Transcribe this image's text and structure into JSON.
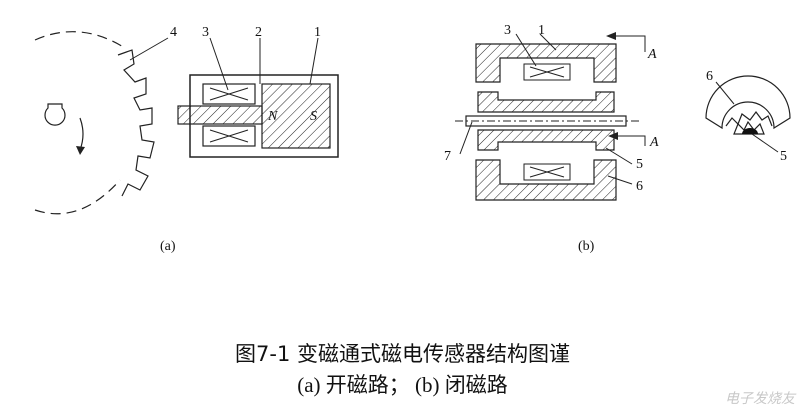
{
  "diagram_a": {
    "label": "(a)",
    "callouts": [
      "4",
      "3",
      "2",
      "1"
    ],
    "pole_n": "N",
    "pole_s": "S"
  },
  "diagram_b": {
    "label": "(b)",
    "callouts": [
      "3",
      "1",
      "7",
      "5",
      "6"
    ],
    "section_top": "A",
    "section_bottom": "A",
    "detail_callouts": [
      "6",
      "5"
    ]
  },
  "caption": {
    "line1": "图7-1 变磁通式磁电传感器结构图谨",
    "line2": "(a) 开磁路； (b) 闭磁路"
  },
  "watermark": "电子发烧友"
}
